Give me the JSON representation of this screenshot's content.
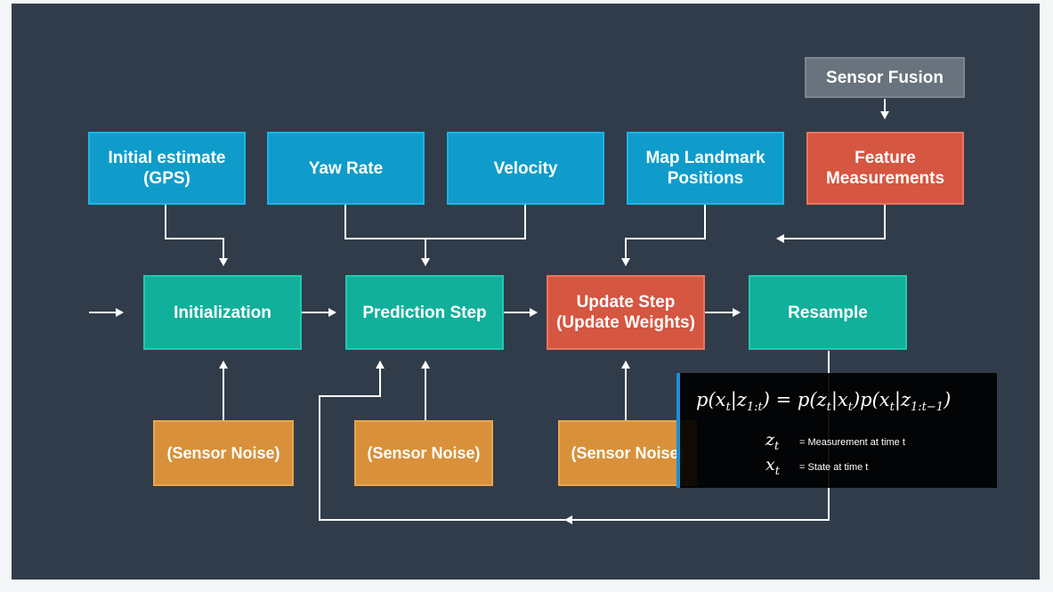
{
  "diagram": {
    "sources": {
      "initial_estimate": "Initial estimate\n(GPS)",
      "yaw_rate": "Yaw Rate",
      "velocity": "Velocity",
      "map_landmark": "Map Landmark\nPositions",
      "feature_measurements": "Feature\nMeasurements",
      "sensor_fusion": "Sensor Fusion"
    },
    "steps": {
      "initialization": "Initialization",
      "prediction": "Prediction Step",
      "update": "Update Step\n(Update Weights)",
      "resample": "Resample"
    },
    "noise": {
      "n1": "(Sensor Noise)",
      "n2": "(Sensor Noise)",
      "n3": "(Sensor Noise)"
    },
    "formula": {
      "equation": "p(x_t|z_1:t) = p(z_t|x_t)p(x_t|z_1:t-1)",
      "z_symbol": "z_t",
      "z_desc": "= Measurement at time t",
      "x_symbol": "x_t",
      "x_desc": "= State at time t"
    }
  },
  "colors": {
    "background": "#313c4a",
    "input_blue": "#0f9ccb",
    "step_teal": "#11b09b",
    "update_red": "#d55641",
    "noise_orange": "#d8913a",
    "fusion_gray": "#68737d",
    "formula_accent": "#1a8fd6"
  }
}
